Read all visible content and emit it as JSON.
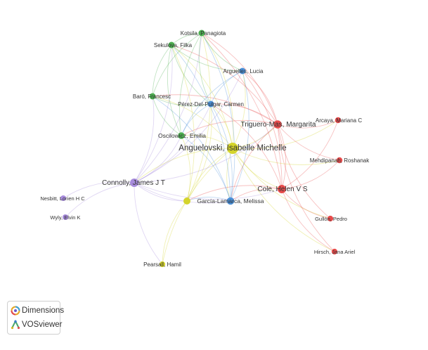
{
  "network": {
    "nodes": [
      {
        "id": "anguelovski",
        "label": "Anguelovski, Isabelle Michelle",
        "color": "#d4d42a",
        "size": 1.0
      },
      {
        "id": "connolly",
        "label": "Connolly, James J T",
        "color": "#a78bdc",
        "size": 0.6
      },
      {
        "id": "cole",
        "label": "Cole, Helen V S",
        "color": "#e84b4b",
        "size": 0.6
      },
      {
        "id": "triguero",
        "label": "Triguero-Mas, Margarita",
        "color": "#e84b4b",
        "size": 0.55
      },
      {
        "id": "garcia",
        "label": "García-Lamarca, Melissa",
        "color": "#4a90d9",
        "size": 0.45
      },
      {
        "id": "kotsila",
        "label": "Kotsila, Panagiota",
        "color": "#4caf50",
        "size": 0.3
      },
      {
        "id": "sekulova",
        "label": "Sekulova, Filka",
        "color": "#4caf50",
        "size": 0.3
      },
      {
        "id": "arguelles",
        "label": "Arguelles, Lucia",
        "color": "#4a90d9",
        "size": 0.3
      },
      {
        "id": "baro",
        "label": "Baró, Francesc",
        "color": "#4caf50",
        "size": 0.3
      },
      {
        "id": "perez",
        "label": "Pérez-Del-Pulgar, Carmen",
        "color": "#4a90d9",
        "size": 0.3
      },
      {
        "id": "oscilowicz",
        "label": "Oscilowicz, Emilia",
        "color": "#4caf50",
        "size": 0.35
      },
      {
        "id": "arcaya",
        "label": "Arcaya, Mariana C",
        "color": "#e84b4b",
        "size": 0.25
      },
      {
        "id": "mehdipanah",
        "label": "Mehdipanah, Roshanak",
        "color": "#e84b4b",
        "size": 0.25
      },
      {
        "id": "nesbitt",
        "label": "Nesbitt, Lorien H C",
        "color": "#a78bdc",
        "size": 0.2
      },
      {
        "id": "wyly",
        "label": "Wyly, Elvin K",
        "color": "#a78bdc",
        "size": 0.2
      },
      {
        "id": "gullon",
        "label": "Gullón, Pedro",
        "color": "#e84b4b",
        "size": 0.22
      },
      {
        "id": "hirsch",
        "label": "Hirsch, Jana Ariel",
        "color": "#e84b4b",
        "size": 0.22
      },
      {
        "id": "pearsall",
        "label": "Pearsall, Hamil",
        "color": "#d4d42a",
        "size": 0.22
      },
      {
        "id": "yellow2",
        "label": "",
        "color": "#d4d42a",
        "size": 0.4
      }
    ],
    "edges": [
      [
        "anguelovski",
        "connolly"
      ],
      [
        "anguelovski",
        "cole"
      ],
      [
        "anguelovski",
        "triguero"
      ],
      [
        "anguelovski",
        "garcia"
      ],
      [
        "anguelovski",
        "kotsila"
      ],
      [
        "anguelovski",
        "sekulova"
      ],
      [
        "anguelovski",
        "arguelles"
      ],
      [
        "anguelovski",
        "baro"
      ],
      [
        "anguelovski",
        "perez"
      ],
      [
        "anguelovski",
        "oscilowicz"
      ],
      [
        "anguelovski",
        "arcaya"
      ],
      [
        "anguelovski",
        "mehdipanah"
      ],
      [
        "anguelovski",
        "gullon"
      ],
      [
        "anguelovski",
        "hirsch"
      ],
      [
        "anguelovski",
        "yellow2"
      ],
      [
        "anguelovski",
        "pearsall"
      ],
      [
        "connolly",
        "cole"
      ],
      [
        "connolly",
        "triguero"
      ],
      [
        "connolly",
        "garcia"
      ],
      [
        "connolly",
        "nesbitt"
      ],
      [
        "connolly",
        "wyly"
      ],
      [
        "connolly",
        "kotsila"
      ],
      [
        "connolly",
        "sekulova"
      ],
      [
        "connolly",
        "baro"
      ],
      [
        "connolly",
        "oscilowicz"
      ],
      [
        "connolly",
        "perez"
      ],
      [
        "connolly",
        "arguelles"
      ],
      [
        "connolly",
        "yellow2"
      ],
      [
        "connolly",
        "pearsall"
      ],
      [
        "cole",
        "triguero"
      ],
      [
        "cole",
        "garcia"
      ],
      [
        "cole",
        "arcaya"
      ],
      [
        "cole",
        "mehdipanah"
      ],
      [
        "cole",
        "gullon"
      ],
      [
        "cole",
        "hirsch"
      ],
      [
        "cole",
        "kotsila"
      ],
      [
        "cole",
        "arguelles"
      ],
      [
        "cole",
        "perez"
      ],
      [
        "cole",
        "yellow2"
      ],
      [
        "triguero",
        "garcia"
      ],
      [
        "triguero",
        "arcaya"
      ],
      [
        "triguero",
        "mehdipanah"
      ],
      [
        "triguero",
        "gullon"
      ],
      [
        "triguero",
        "hirsch"
      ],
      [
        "triguero",
        "kotsila"
      ],
      [
        "triguero",
        "sekulova"
      ],
      [
        "triguero",
        "arguelles"
      ],
      [
        "triguero",
        "perez"
      ],
      [
        "triguero",
        "oscilowicz"
      ],
      [
        "triguero",
        "baro"
      ],
      [
        "garcia",
        "arguelles"
      ],
      [
        "garcia",
        "perez"
      ],
      [
        "garcia",
        "kotsila"
      ],
      [
        "garcia",
        "sekulova"
      ],
      [
        "garcia",
        "oscilowicz"
      ],
      [
        "garcia",
        "baro"
      ],
      [
        "garcia",
        "yellow2"
      ],
      [
        "kotsila",
        "sekulova"
      ],
      [
        "kotsila",
        "baro"
      ],
      [
        "kotsila",
        "oscilowicz"
      ],
      [
        "kotsila",
        "arguelles"
      ],
      [
        "kotsila",
        "perez"
      ],
      [
        "sekulova",
        "baro"
      ],
      [
        "sekulova",
        "oscilowicz"
      ],
      [
        "sekulova",
        "arguelles"
      ],
      [
        "sekulova",
        "perez"
      ],
      [
        "arguelles",
        "perez"
      ],
      [
        "arguelles",
        "oscilowicz"
      ],
      [
        "baro",
        "oscilowicz"
      ],
      [
        "baro",
        "perez"
      ],
      [
        "perez",
        "oscilowicz"
      ],
      [
        "yellow2",
        "pearsall"
      ],
      [
        "yellow2",
        "oscilowicz"
      ],
      [
        "yellow2",
        "perez"
      ],
      [
        "yellow2",
        "kotsila"
      ],
      [
        "yellow2",
        "sekulova"
      ]
    ]
  },
  "legend": {
    "dimensions_label": "Dimensions",
    "vosviewer_label": "VOSviewer"
  }
}
